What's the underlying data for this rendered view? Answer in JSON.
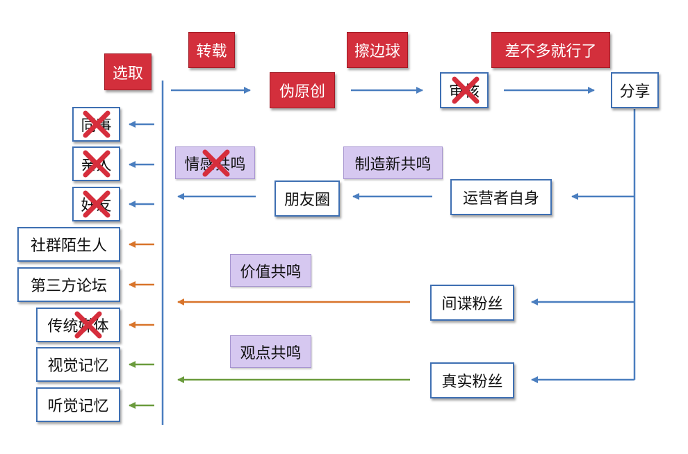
{
  "colors": {
    "blue": "#4a7ebf",
    "orange": "#d8742a",
    "green": "#6a9b3c",
    "red_box": "#d32f3c",
    "purple_box": "#d6c8f0",
    "x_mark": "#d62e3c"
  },
  "labels": {
    "select": "选取",
    "repost": "转载",
    "edge_ball": "擦边球",
    "good_enough": "差不多就行了",
    "pseudo_original": "伪原创",
    "review": "审核",
    "share": "分享",
    "colleague": "同事",
    "relative": "亲人",
    "friend": "好友",
    "community_strangers": "社群陌生人",
    "third_party_forum": "第三方论坛",
    "traditional_media": "传统媒体",
    "visual_memory": "视觉记忆",
    "auditory_memory": "听觉记忆",
    "emotional_resonance": "情感共鸣",
    "create_new_resonance": "制造新共鸣",
    "moments": "朋友圈",
    "operator_self": "运营者自身",
    "value_resonance": "价值共鸣",
    "spy_fans": "间谍粉丝",
    "viewpoint_resonance": "观点共鸣",
    "real_fans": "真实粉丝"
  },
  "crossed_out": [
    "review",
    "colleague",
    "relative",
    "friend",
    "traditional_media",
    "emotional_resonance"
  ]
}
